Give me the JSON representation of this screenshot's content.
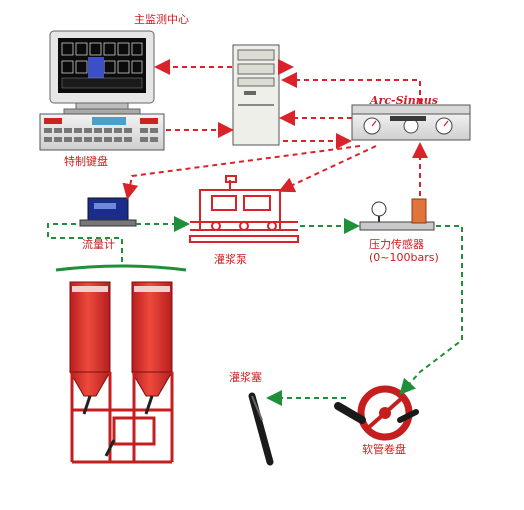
{
  "labels": {
    "monitor": "主监测中心",
    "keyboard": "特制键盘",
    "controller": "Arc-Sinnus",
    "flowmeter": "流量计",
    "pump": "灌浆泵",
    "sensor": "压力传感器",
    "sensor_range": "(0~100bars)",
    "plug": "灌浆塞",
    "reel": "软管卷盘"
  },
  "colors": {
    "signal_red": "#d9222a",
    "flow_green": "#1f8f3a",
    "tank_red": "#d8312b"
  }
}
